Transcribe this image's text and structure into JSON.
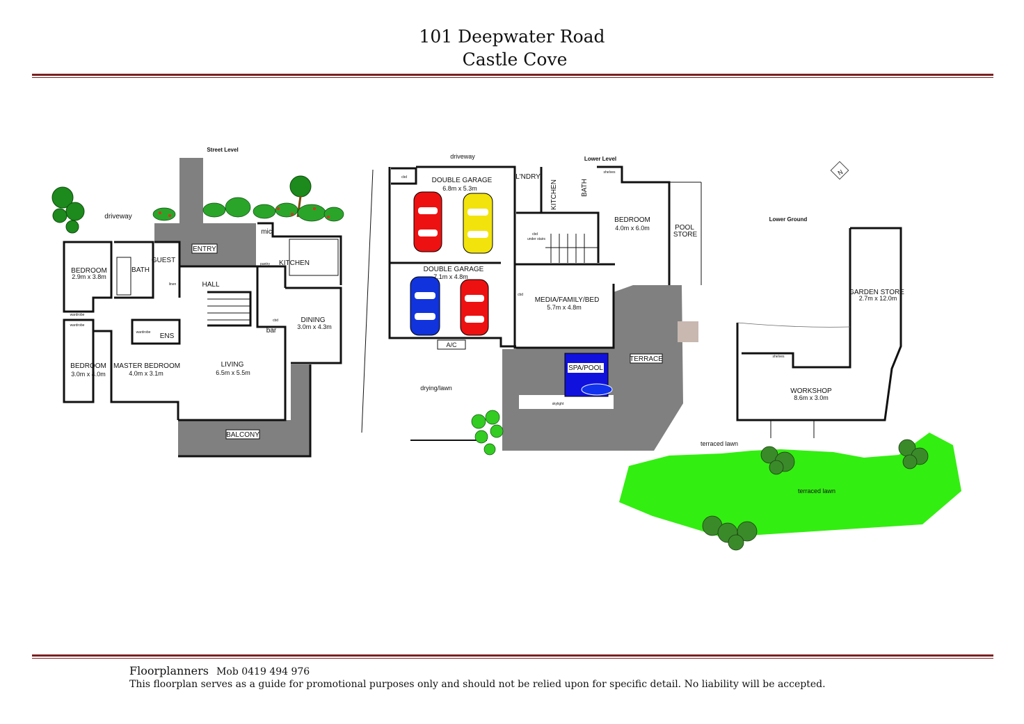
{
  "header": {
    "address_line1": "101 Deepwater Road",
    "address_line2": "Castle Cove"
  },
  "levels": {
    "street": "Street Level",
    "lower": "Lower Level",
    "lower_ground": "Lower Ground"
  },
  "street_level": {
    "driveway": "driveway",
    "entry": "ENTRY",
    "bedroom1_name": "BEDROOM",
    "bedroom1_size": "2.9m x 3.8m",
    "bath": "BATH",
    "guest": "GUEST",
    "linen": "linen",
    "hall": "HALL",
    "mic": "mic",
    "pantry": "pantry",
    "kitchen": "KITCHEN",
    "wardrobe1": "wardrobe",
    "wardrobe2": "wardrobe",
    "wardrobe3": "wardrobe",
    "ens": "ENS",
    "cbd": "cbd",
    "bar": "bar",
    "dining_name": "DINING",
    "dining_size": "3.0m x 4.3m",
    "bedroom2_name": "BEDROOM",
    "bedroom2_size": "3.0m x 4.0m",
    "master_name": "MASTER BEDROOM",
    "master_size": "4.0m x 3.1m",
    "living_name": "LIVING",
    "living_size": "6.5m x 5.5m",
    "balcony": "BALCONY"
  },
  "lower_level": {
    "driveway": "driveway",
    "cbd1": "cbd",
    "garage1_name": "DOUBLE GARAGE",
    "garage1_size": "6.8m x 5.3m",
    "garage2_name": "DOUBLE GARAGE",
    "garage2_size": "7.1m x 4.8m",
    "ac": "A/C",
    "laundry": "L'NDRY",
    "kitchen": "KITCHEN",
    "bath": "BATH",
    "shelves": "shelves",
    "cbd_under": "cbd",
    "under_stairs": "under stairs",
    "cbd2": "cbd",
    "bedroom_name": "BEDROOM",
    "bedroom_size": "4.0m x 6.0m",
    "pool_store1": "POOL",
    "pool_store2": "STORE",
    "media_name": "MEDIA/FAMILY/BED",
    "media_size": "5.7m x 4.8m",
    "terrace": "TERRACE",
    "spa_pool": "SPA/POOL",
    "skylight": "skylight",
    "drying_lawn": "drying/lawn"
  },
  "lower_ground": {
    "compass": "N",
    "garden_store_name": "GARDEN STORE",
    "garden_store_size": "2.7m x 12.0m",
    "shelves": "shelves",
    "workshop_name": "WORKSHOP",
    "workshop_size": "8.6m x 3.0m",
    "terraced_lawn1": "terraced lawn",
    "terraced_lawn2": "terraced lawn"
  },
  "footer": {
    "company": "Floorplanners",
    "mobile": "Mob 0419 494 976",
    "disclaimer": "This floorplan serves as a guide for promotional purposes only and should not be relied upon for specific detail. No liability will be accepted."
  },
  "colors": {
    "rule": "#7a2020",
    "wall": "#111111",
    "paved": "#808080",
    "lawn": "#33ee11",
    "pool": "#1111dd",
    "car_red": "#ee1111",
    "car_yellow": "#f2e30c",
    "car_blue": "#1133dd",
    "tree": "#1c8a1c"
  }
}
